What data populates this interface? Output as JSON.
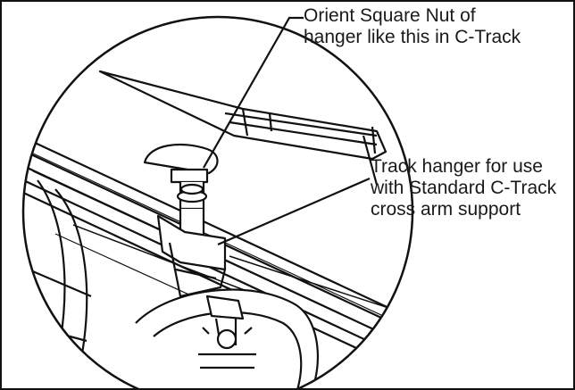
{
  "callouts": [
    {
      "id": "square-nut-callout",
      "lines": [
        "Orient Square Nut of",
        "hanger like this in C-Track"
      ]
    },
    {
      "id": "track-hanger-callout",
      "lines": [
        "Track hanger for use",
        "with Standard C-Track",
        "cross arm support"
      ]
    }
  ],
  "colors": {
    "line": "#111111",
    "text": "#1a1a1a",
    "background": "#ffffff"
  }
}
